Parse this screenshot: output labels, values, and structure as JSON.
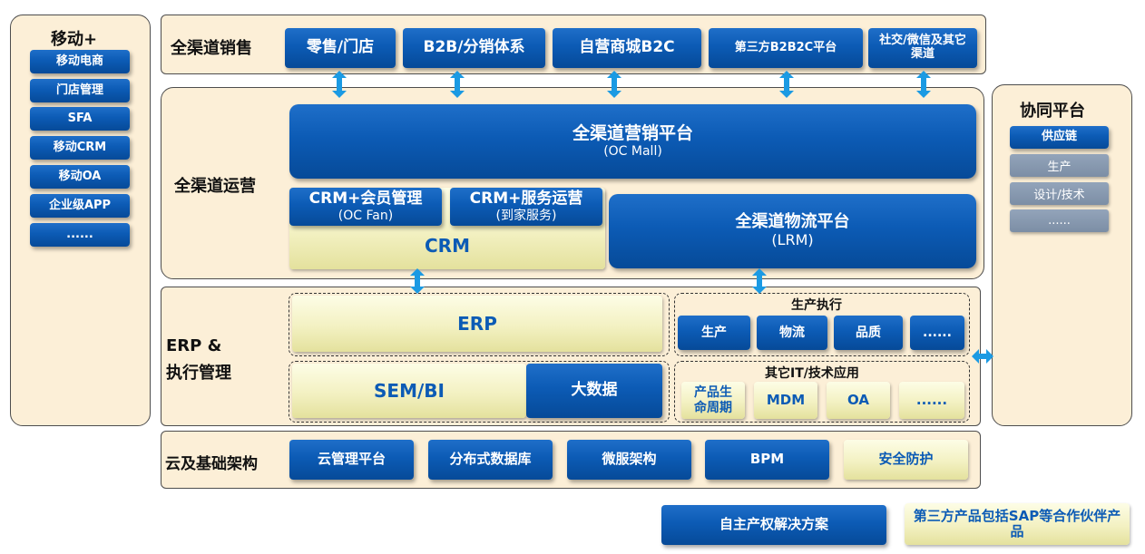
{
  "mobile": {
    "title": "移动+",
    "items": [
      "移动电商",
      "门店管理",
      "SFA",
      "移动CRM",
      "移动OA",
      "企业级APP",
      "......"
    ]
  },
  "sales": {
    "title": "全渠道销售",
    "items": [
      "零售/门店",
      "B2B/分销体系",
      "自营商城B2C"
    ],
    "items_small": [
      "第三方B2B2C平台",
      "社交/微信及其它渠道"
    ]
  },
  "ops": {
    "title": "全渠道运营",
    "mall": {
      "title": "全渠道营销平台",
      "sub": "(OC Mall)"
    },
    "crm_member": {
      "title": "CRM+会员管理",
      "sub": "(OC Fan)"
    },
    "crm_service": {
      "title": "CRM+服务运营",
      "sub": "(到家服务)"
    },
    "crm": "CRM",
    "lrm": {
      "title": "全渠道物流平台",
      "sub": "(LRM)"
    }
  },
  "erp": {
    "title_line1": "ERP &",
    "title_line2": "执行管理",
    "erp": "ERP",
    "sembi": "SEM/BI",
    "bigdata": "大数据",
    "exec": {
      "title": "生产执行",
      "items": [
        "生产",
        "物流",
        "品质",
        "......"
      ]
    },
    "other": {
      "title": "其它IT/技术应用",
      "items": [
        "产品生命周期",
        "MDM",
        "OA",
        "......"
      ]
    }
  },
  "cloud": {
    "title": "云及基础架构",
    "items": [
      "云管理平台",
      "分布式数据库",
      "微服架构",
      "BPM"
    ],
    "security": "安全防护"
  },
  "collab": {
    "title": "协同平台",
    "active": "供应链",
    "items": [
      "生产",
      "设计/技术",
      "......"
    ]
  },
  "legend": {
    "own": "自主产权解决方案",
    "third": "第三方产品包括SAP等合作伙伴产品"
  }
}
